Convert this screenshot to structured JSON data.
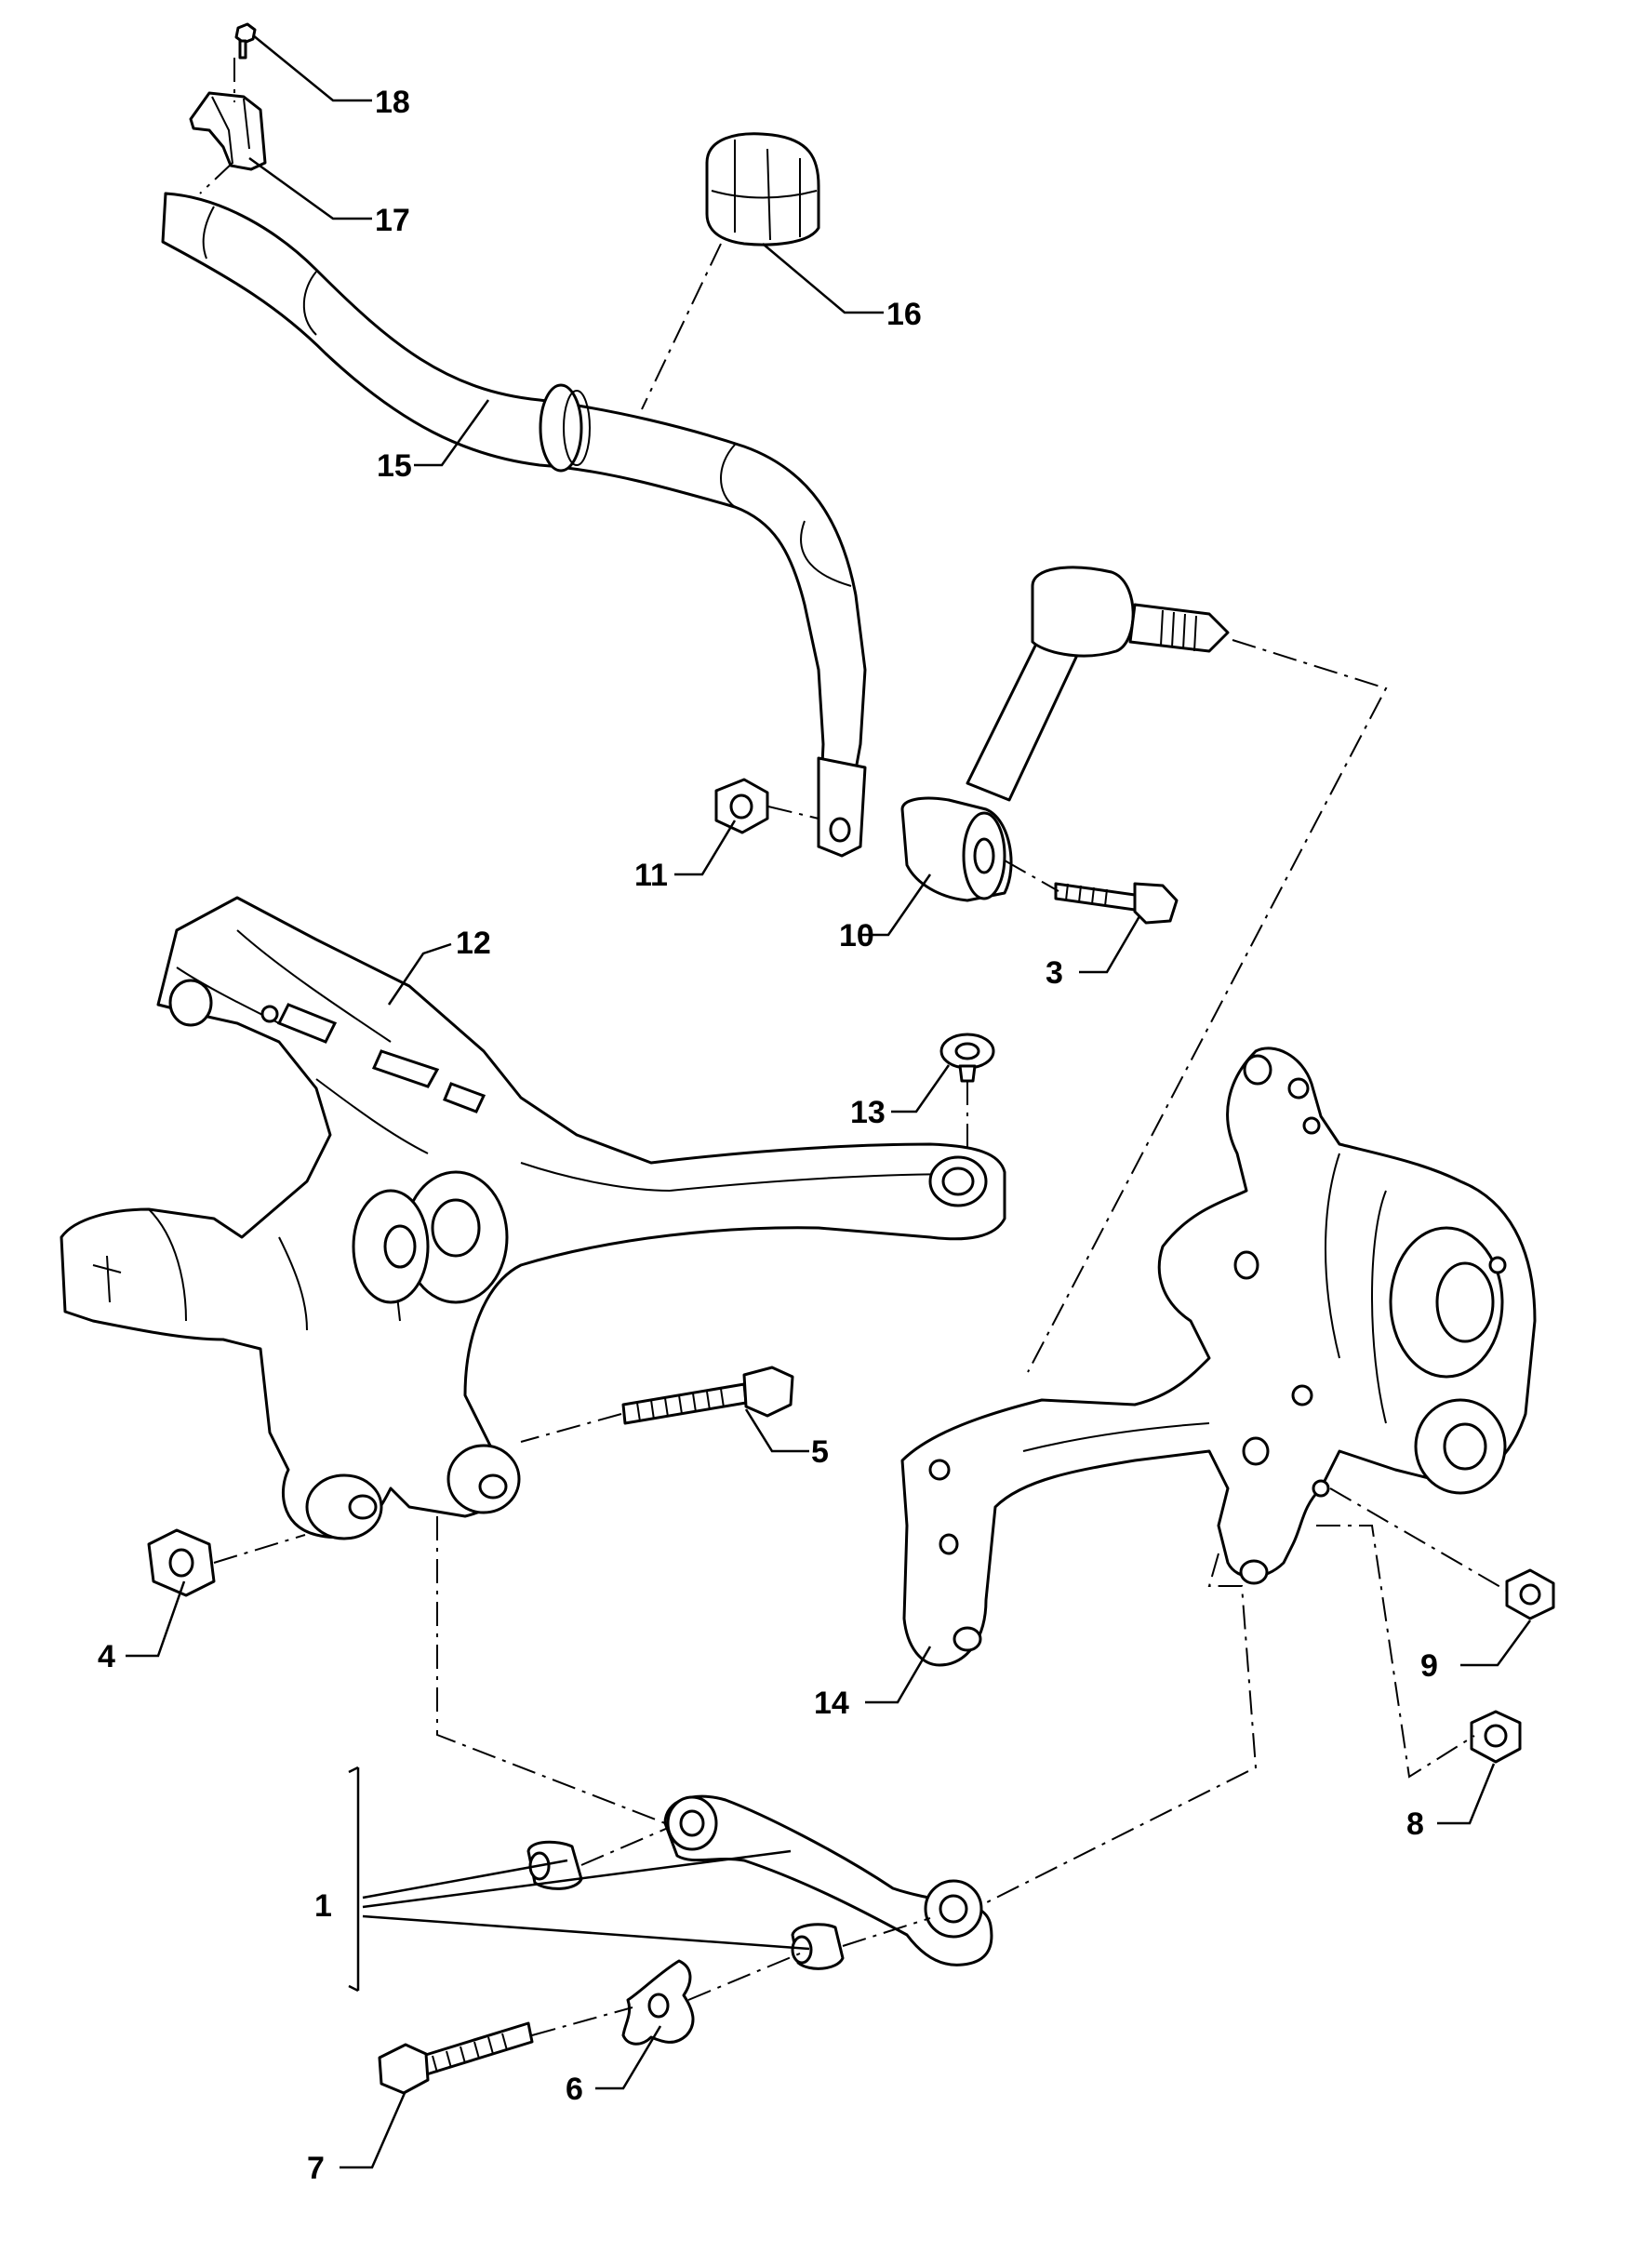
{
  "diagram": {
    "callouts": [
      {
        "id": "c1",
        "label": "1"
      },
      {
        "id": "c3",
        "label": "3"
      },
      {
        "id": "c4",
        "label": "4"
      },
      {
        "id": "c5",
        "label": "5"
      },
      {
        "id": "c6",
        "label": "6"
      },
      {
        "id": "c7",
        "label": "7"
      },
      {
        "id": "c8",
        "label": "8"
      },
      {
        "id": "c9",
        "label": "9"
      },
      {
        "id": "c10",
        "label": "10"
      },
      {
        "id": "c11",
        "label": "11"
      },
      {
        "id": "c12",
        "label": "12"
      },
      {
        "id": "c13",
        "label": "13"
      },
      {
        "id": "c14",
        "label": "14"
      },
      {
        "id": "c15",
        "label": "15"
      },
      {
        "id": "c16",
        "label": "16"
      },
      {
        "id": "c17",
        "label": "17"
      },
      {
        "id": "c18",
        "label": "18"
      }
    ]
  }
}
